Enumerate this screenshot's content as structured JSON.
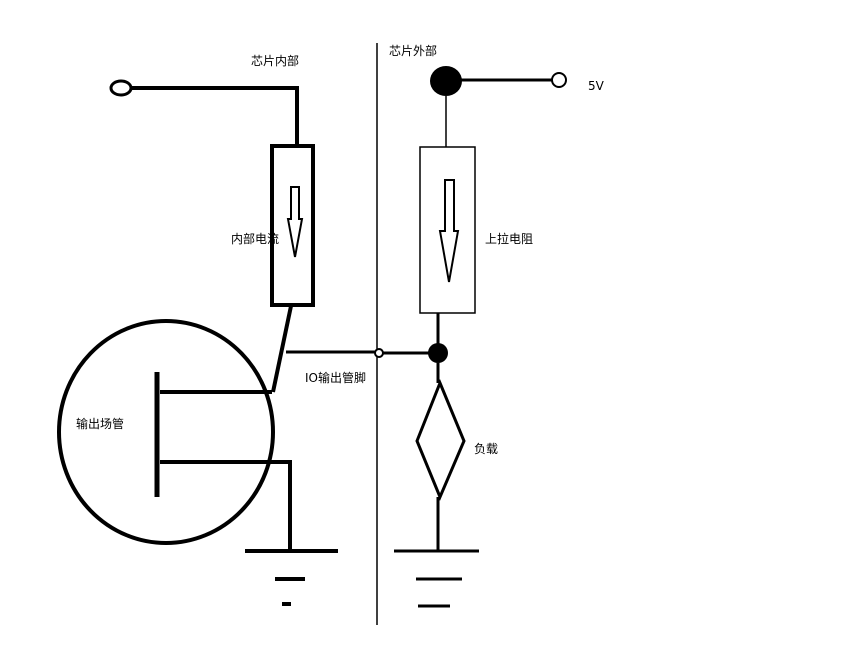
{
  "labels": {
    "chip_internal": "芯片内部",
    "chip_external": "芯片外部",
    "supply_voltage": "5V",
    "internal_current": "内部电流",
    "pull_up_resistor": "上拉电阻",
    "output_fet": "输出场管",
    "io_output_pin": "IO输出管脚",
    "load": "负载"
  },
  "colors": {
    "line": "#000000",
    "background": "#ffffff"
  }
}
